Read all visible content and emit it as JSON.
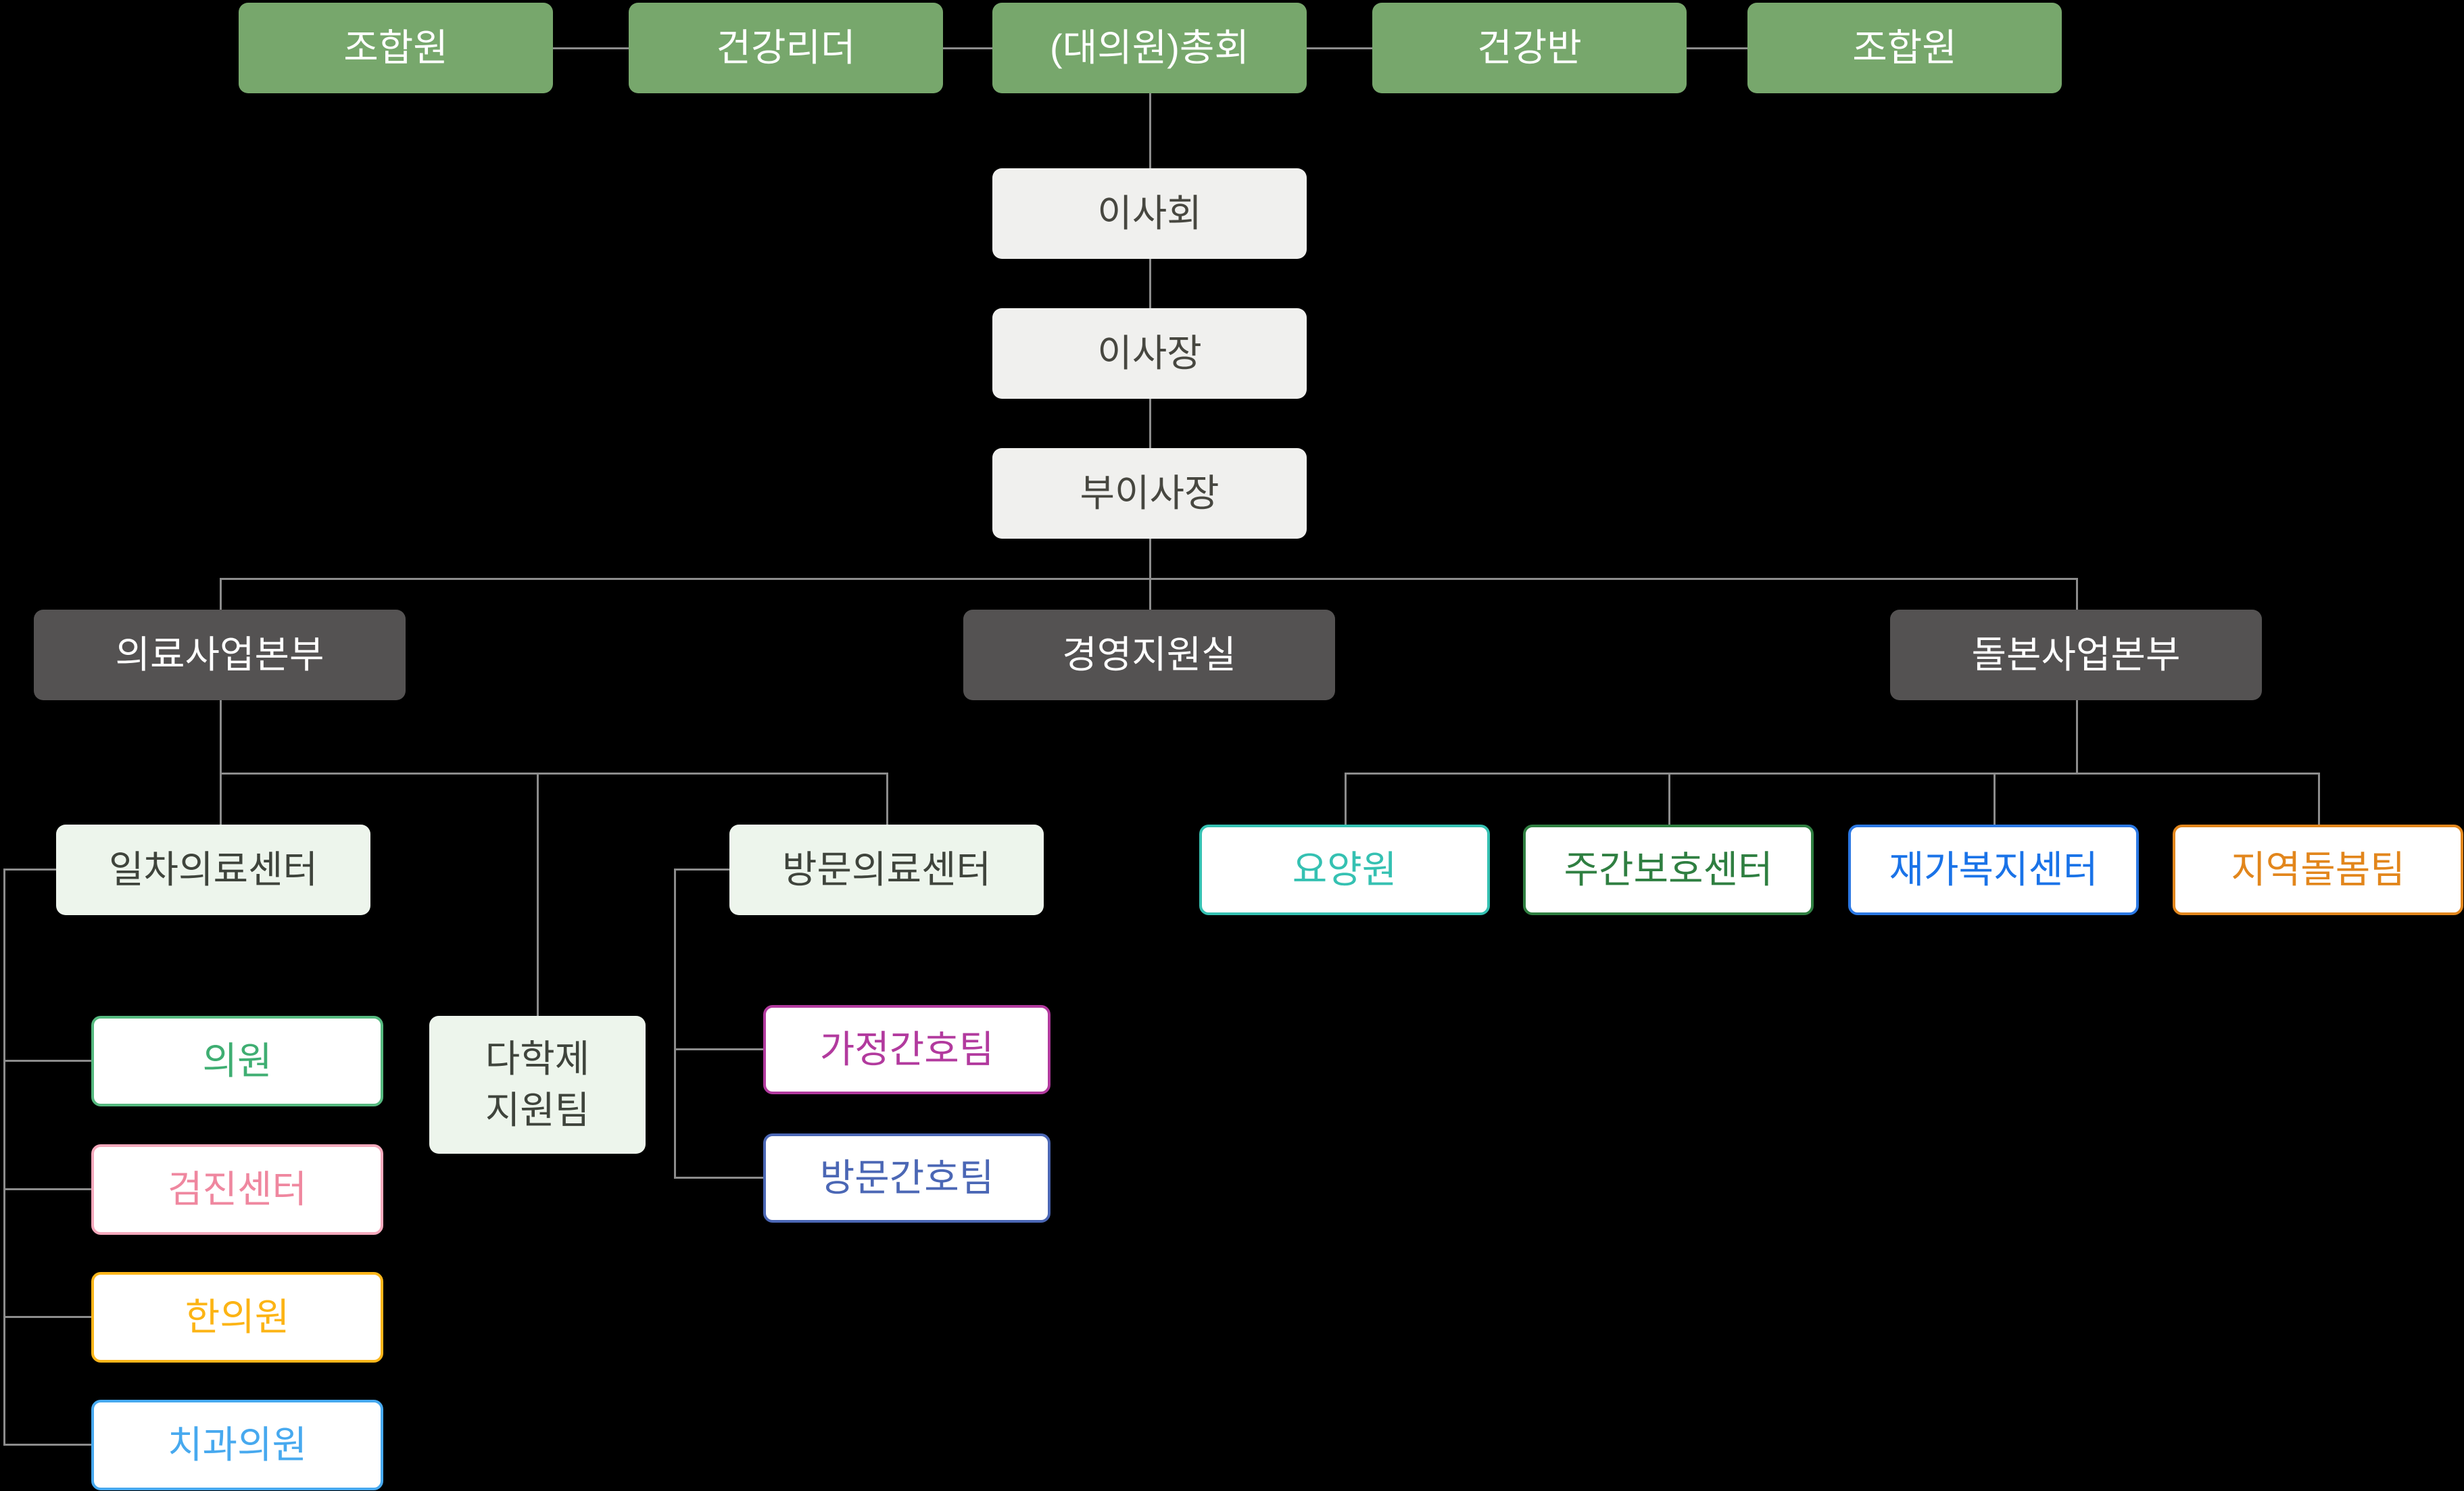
{
  "org": {
    "top_row": [
      {
        "label": "조합원"
      },
      {
        "label": "건강리더"
      },
      {
        "label": "(대의원)총회"
      },
      {
        "label": "건강반"
      },
      {
        "label": "조합원"
      }
    ],
    "governance": [
      {
        "label": "이사회"
      },
      {
        "label": "이사장"
      },
      {
        "label": "부이사장"
      }
    ],
    "divisions": [
      {
        "label": "의료사업본부"
      },
      {
        "label": "경영지원실"
      },
      {
        "label": "돌본사업본부"
      }
    ],
    "medical": {
      "primary_center": {
        "label": "일차의료센터"
      },
      "primary_units": [
        {
          "label": "의원",
          "color": "#3fae72"
        },
        {
          "label": "검진센터",
          "color": "#ef879f"
        },
        {
          "label": "한의원",
          "color": "#fcb415"
        },
        {
          "label": "치과의원",
          "color": "#47a9ef"
        }
      ],
      "multidisciplinary_team": {
        "line1": "다학제",
        "line2": "지원팀"
      },
      "visiting_center": {
        "label": "방문의료센터"
      },
      "visiting_units": [
        {
          "label": "가정간호팀",
          "color": "#b23a9e"
        },
        {
          "label": "방문간호팀",
          "color": "#4b67b5"
        }
      ]
    },
    "care": {
      "units": [
        {
          "label": "요양원",
          "color": "#35c1b2"
        },
        {
          "label": "주간보호센터",
          "color": "#2f7f41"
        },
        {
          "label": "재가복지센터",
          "color": "#1a73e8"
        },
        {
          "label": "지역돌봄팀",
          "color": "#e2861c"
        }
      ]
    }
  },
  "colors": {
    "background": "#000000",
    "top_box_fill": "#77a76c",
    "top_box_text": "#ffffff",
    "gray_box_fill": "#f0f0ee",
    "gray_box_text": "#474740",
    "dark_box_fill": "#545252",
    "dark_box_text": "#ffffff",
    "pale_green_fill": "#edf5ec",
    "pale_green_text": "#3f443c",
    "connector_line": "#8c8c8c"
  }
}
